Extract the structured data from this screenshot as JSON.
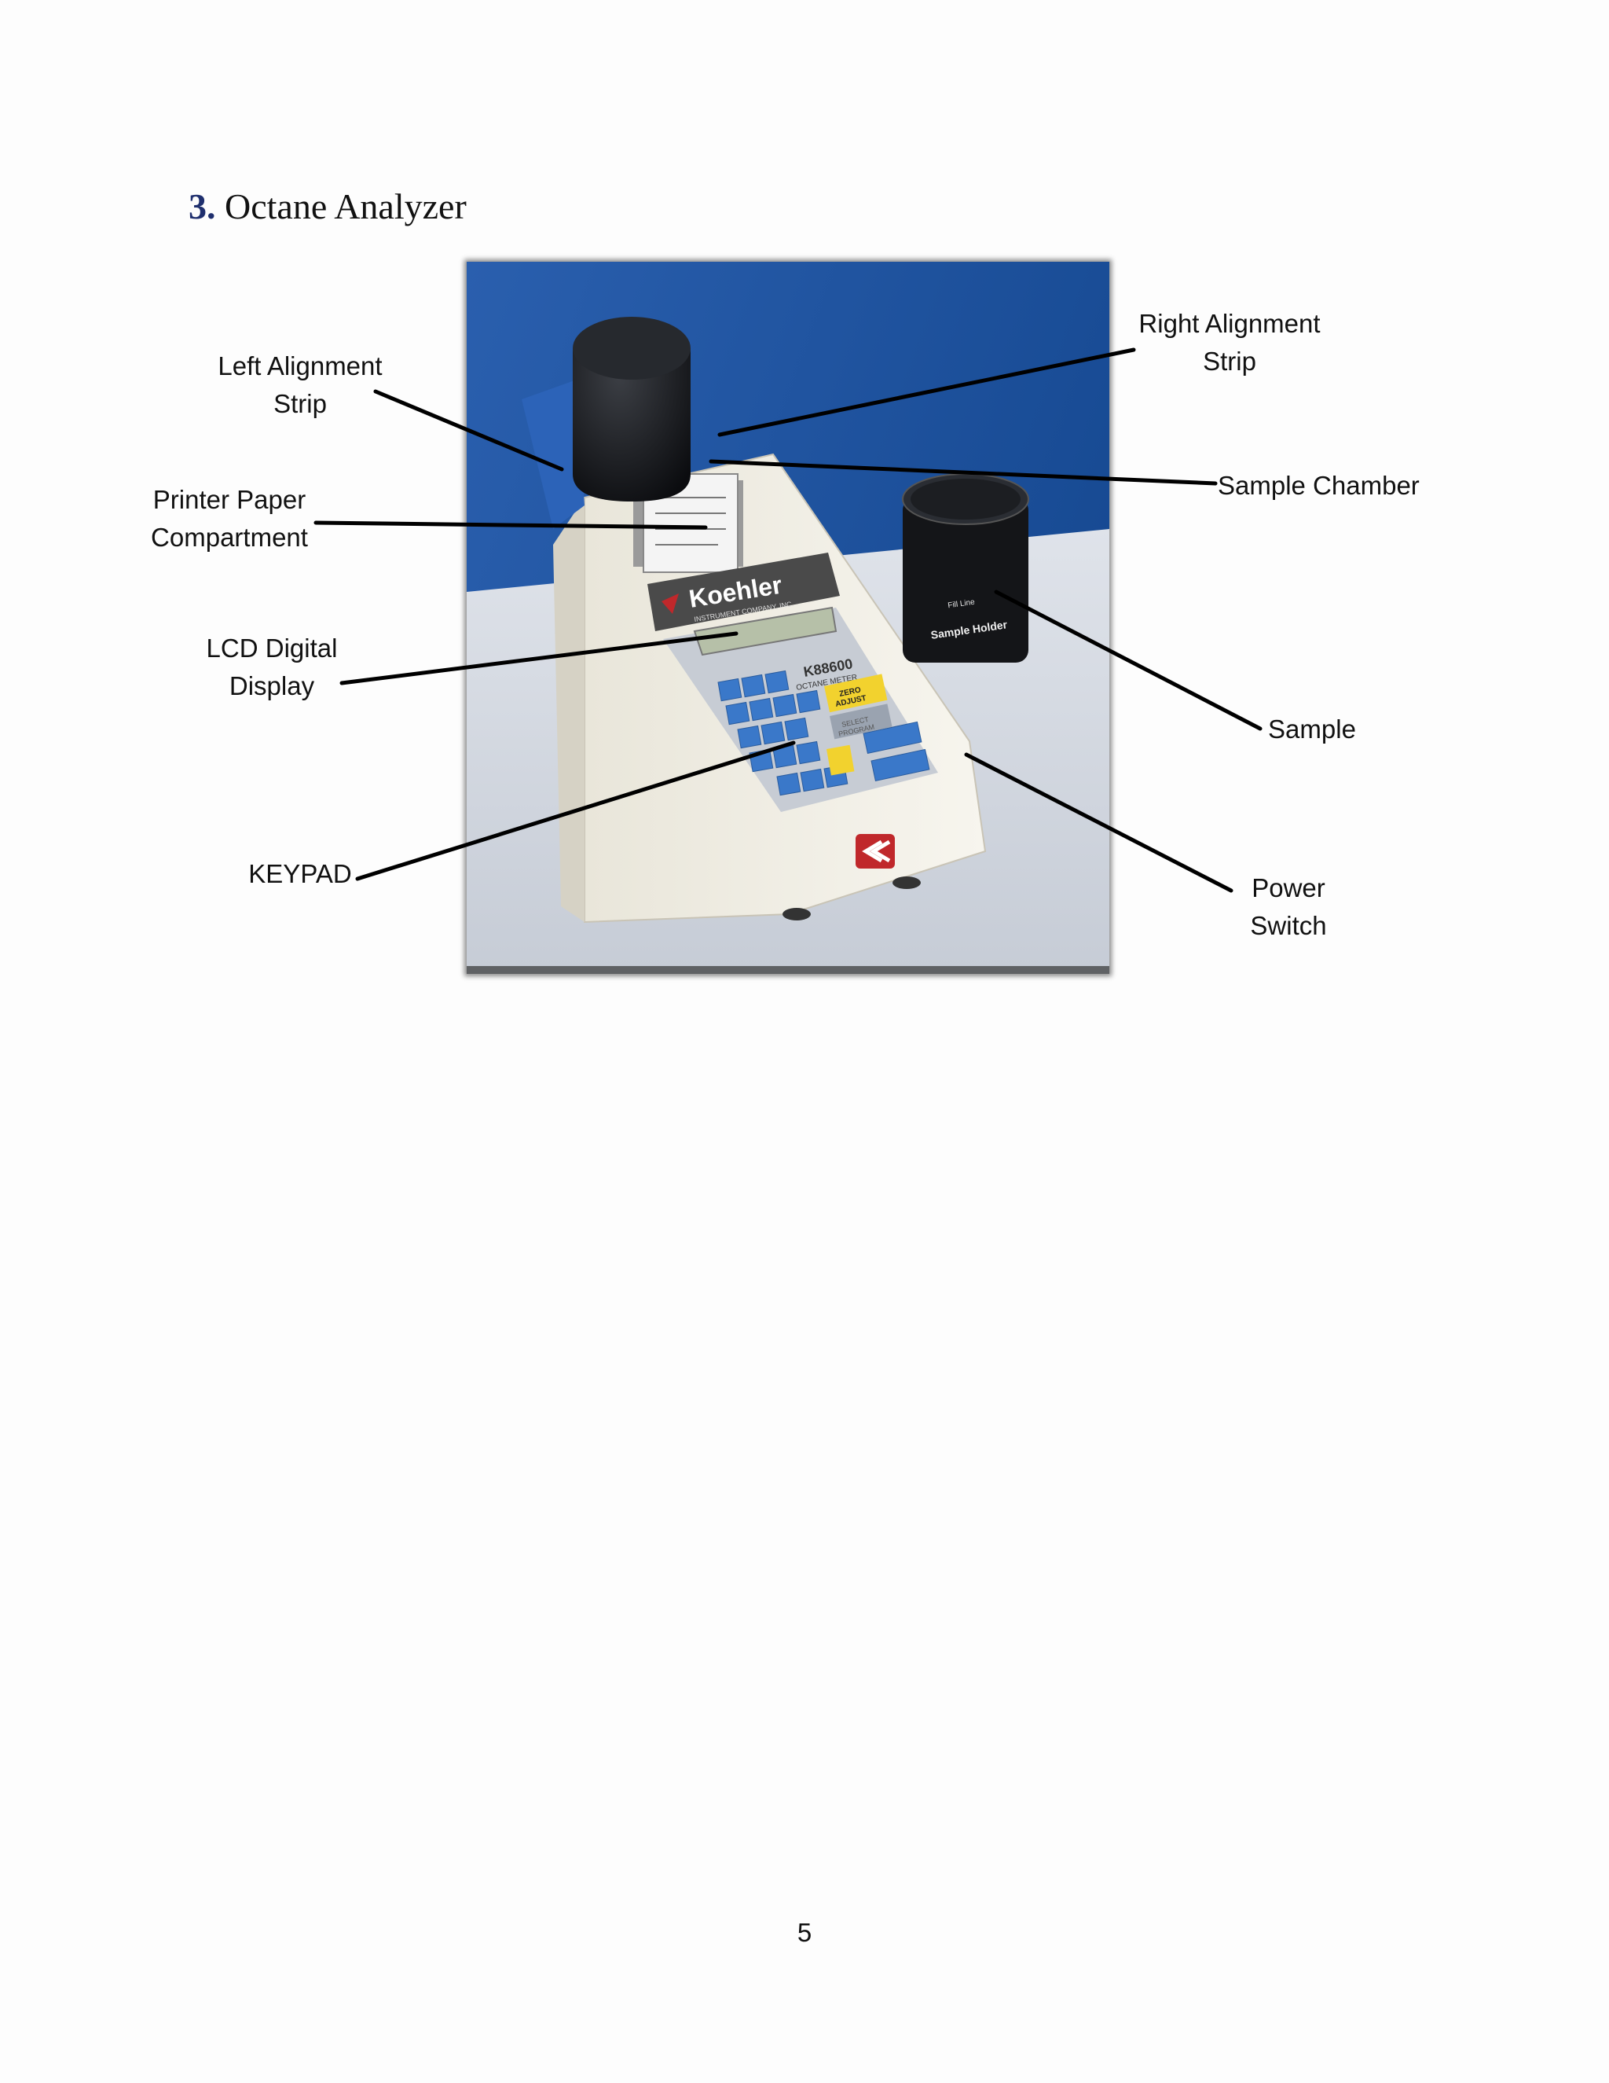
{
  "section": {
    "number": "3.",
    "title": "Octane Analyzer"
  },
  "figure": {
    "callouts": {
      "left_alignment_strip": [
        "Left Alignment",
        "Strip"
      ],
      "printer_paper": [
        "Printer Paper",
        "Compartment"
      ],
      "lcd_display": [
        "LCD Digital",
        "Display"
      ],
      "keypad": [
        "KEYPAD"
      ],
      "right_alignment_strip": [
        "Right Alignment",
        "Strip"
      ],
      "sample_chamber": [
        "Sample Chamber"
      ],
      "sample": [
        "Sample"
      ],
      "power_switch": [
        "Power",
        "Switch"
      ]
    },
    "device_text": {
      "brand": "Koehler",
      "company": "INSTRUMENT COMPANY, INC.",
      "model": "K88600",
      "model_sub": "OCTANE METER",
      "zero_adjust": [
        "ZERO",
        "ADJUST"
      ],
      "select_program": [
        "SELECT",
        "PROGRAM"
      ],
      "holder": "Sample Holder",
      "fill_line": "Fill Line"
    },
    "colors": {
      "background_blue": "#1f4f9a",
      "keypad_blue": "#3a78c9",
      "key_yellow": "#f2d22e",
      "brand_red": "#c0282b"
    }
  },
  "page_number": "5"
}
